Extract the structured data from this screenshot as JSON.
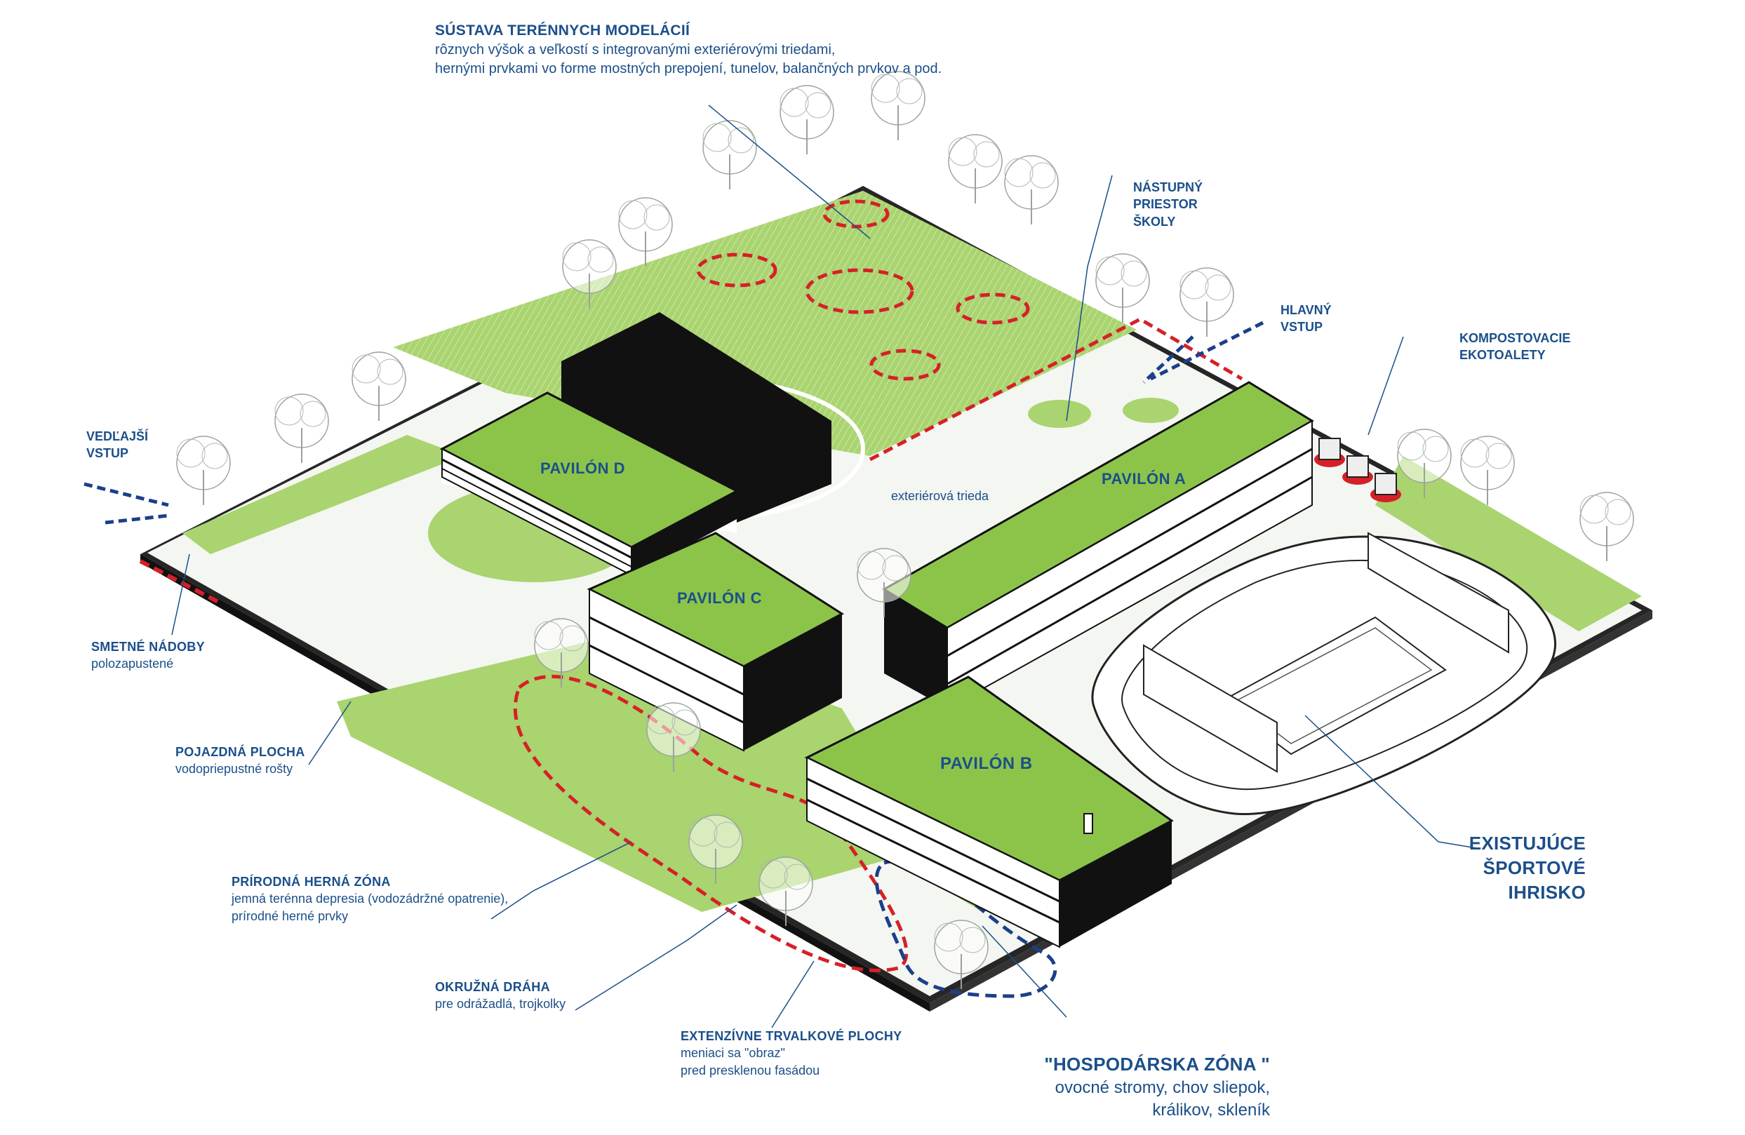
{
  "labels": {
    "terrain": {
      "title": "SÚSTAVA TERÉNNYCH MODELÁCIÍ",
      "line1": "rôznych výšok a veľkostí s integrovanými exteriérovými triedami,",
      "line2": "hernými prvkami vo forme mostných prepojení, tunelov, balančných prvkov a pod."
    },
    "entry_space": {
      "line1": "NÁSTUPNÝ",
      "line2": "PRIESTOR",
      "line3": "ŠKOLY"
    },
    "main_entry": {
      "line1": "HLAVNÝ",
      "line2": "VSTUP"
    },
    "compost": {
      "line1": "KOMPOSTOVACIE",
      "line2": "EKOTOALETY"
    },
    "side_entry": {
      "line1": "VEDĽAJŠÍ",
      "line2": "VSTUP"
    },
    "bins": {
      "title": "SMETNÉ NÁDOBY",
      "sub": "polozapustené"
    },
    "driveway": {
      "title": "POJAZDNÁ PLOCHA",
      "sub": "vodopriepustné rošty"
    },
    "play_zone": {
      "title": "PRÍRODNÁ HERNÁ ZÓNA",
      "line1": "jemná terénna depresia (vodozádržné opatrenie),",
      "line2": "prírodné herné prvky"
    },
    "track": {
      "title": "OKRUŽNÁ DRÁHA",
      "sub": "pre odrážadlá, trojkolky"
    },
    "perennials": {
      "title": "EXTENZÍVNE TRVALKOVÉ PLOCHY",
      "line1": "meniaci sa \"obraz\"",
      "line2": "pred presklenou fasádou"
    },
    "farm": {
      "title": "\"HOSPODÁRSKA ZÓNA \"",
      "line1": "ovocné stromy, chov sliepok,",
      "line2": "králikov, skleník"
    },
    "sports": {
      "line1": "EXISTUJÚCE",
      "line2": "ŠPORTOVÉ IHRISKO"
    },
    "classroom": "exteriérová trieda"
  },
  "pavilions": {
    "a": "PAVILÓN A",
    "b": "PAVILÓN B",
    "c": "PAVILÓN C",
    "d": "PAVILÓN D"
  },
  "colors": {
    "label_blue": "#1b4f8a",
    "roof_green": "#8cc44a",
    "lawn_green": "#a9d46f",
    "marker_red": "#d62027",
    "path_blue": "#1b3f8a"
  }
}
